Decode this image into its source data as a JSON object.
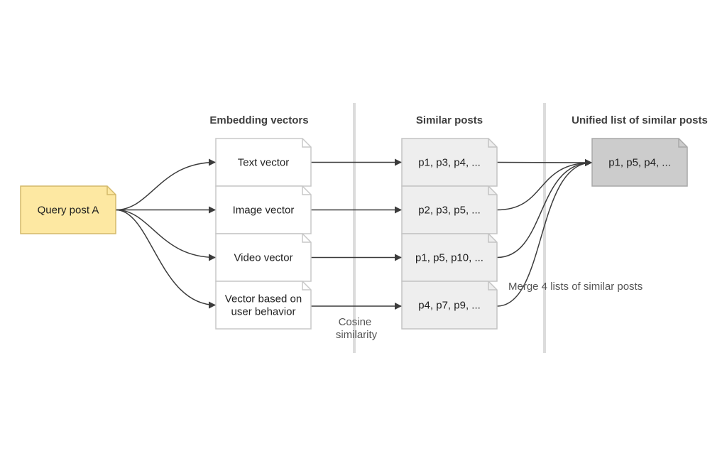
{
  "columns": {
    "embedding": "Embedding vectors",
    "similar": "Similar posts",
    "unified": "Unified list of similar posts"
  },
  "query": {
    "label": "Query post A",
    "fill": "#fde8a2",
    "stroke": "#d4b96a"
  },
  "vectors": [
    {
      "lines": [
        "Text vector"
      ]
    },
    {
      "lines": [
        "Image vector"
      ]
    },
    {
      "lines": [
        "Video vector"
      ]
    },
    {
      "lines": [
        "Vector based on",
        "user behavior"
      ]
    }
  ],
  "similar_posts": [
    {
      "label": "p1, p3, p4, ..."
    },
    {
      "label": "p2, p3, p5, ..."
    },
    {
      "label": "p1, p5, p10, ..."
    },
    {
      "label": "p4, p7, p9, ..."
    }
  ],
  "unified": {
    "label": "p1, p5, p4, ..."
  },
  "annotations": {
    "cosine": [
      "Cosine",
      "similarity"
    ],
    "merge": "Merge 4 lists of similar posts"
  },
  "colors": {
    "vector_fill": "#ffffff",
    "vector_stroke": "#c8c8c8",
    "similar_fill": "#eeeeee",
    "similar_stroke": "#c4c4c4",
    "unified_fill": "#cccccc",
    "unified_stroke": "#a8a8a8",
    "edge": "#3c3c3c",
    "divider": "#dcdcdc"
  }
}
